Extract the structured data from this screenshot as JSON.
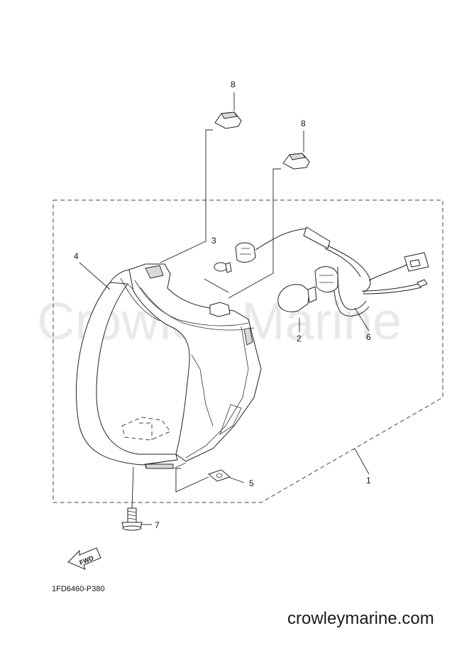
{
  "watermark": "Crowley Marine",
  "callouts": [
    "1",
    "2",
    "3",
    "4",
    "5",
    "6",
    "7",
    "8",
    "8"
  ],
  "drawing_code": "1FD6460-P380",
  "fwd_label": "FWD",
  "footer_site": "crowleymarine.com"
}
